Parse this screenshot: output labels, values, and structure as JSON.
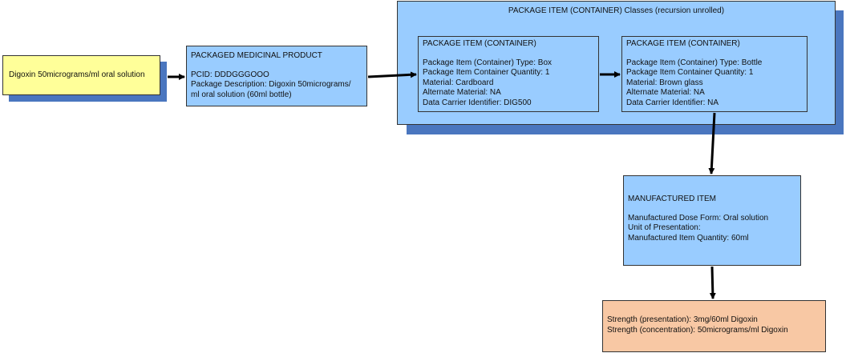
{
  "source_box": {
    "label": "Digoxin 50micrograms/ml oral solution"
  },
  "pmp": {
    "title": "PACKAGED MEDICINAL PRODUCT",
    "pcid": "PCID: DDDGGGOOO",
    "desc_1": "Package Description: Digoxin 50micrograms/",
    "desc_2": "ml oral solution (60ml bottle)"
  },
  "container_group": {
    "title": "PACKAGE ITEM (CONTAINER) Classes (recursion unrolled)"
  },
  "item1": {
    "title": "PACKAGE ITEM (CONTAINER)",
    "type": "Package Item (Container) Type: Box",
    "quantity": "Package Item Container Quantity: 1",
    "material": "Material: Cardboard",
    "alt_material": "Alternate Material: NA",
    "carrier": "Data Carrier Identifier: DIG500"
  },
  "item2": {
    "title": "PACKAGE ITEM (CONTAINER)",
    "type": "Package Item (Container) Type: Bottle",
    "quantity": "Package Item Container Quantity: 1",
    "material": "Material: Brown glass",
    "alt_material": "Alternate Material: NA",
    "carrier": "Data Carrier Identifier: NA"
  },
  "manufactured": {
    "title": "MANUFACTURED ITEM",
    "dose_form": "Manufactured Dose Form: Oral solution",
    "unit": "Unit of Presentation:",
    "quantity": "Manufactured Item Quantity: 60ml"
  },
  "strength": {
    "presentation": "Strength (presentation): 3mg/60ml Digoxin",
    "concentration": "Strength (concentration): 50micrograms/ml Digoxin"
  },
  "colors": {
    "blue_fill": "#99ccff",
    "shadow": "#4a76bf",
    "yellow_fill": "#ffff99",
    "peach_fill": "#f8c8a4"
  }
}
